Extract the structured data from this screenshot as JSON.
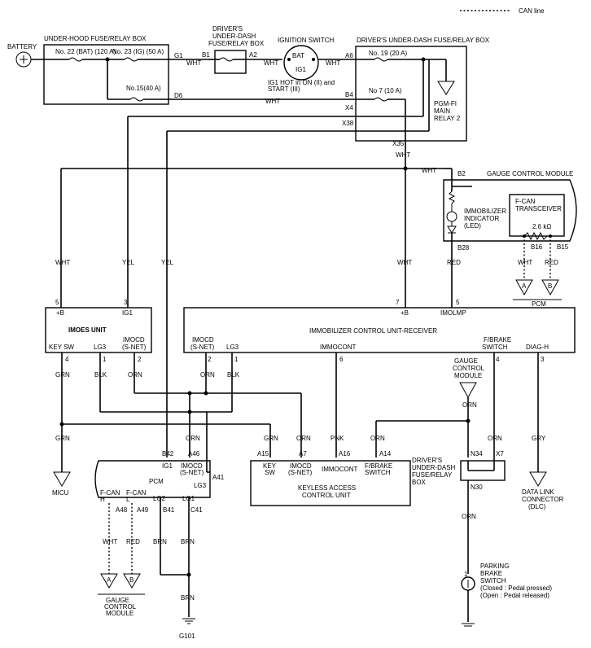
{
  "legend": {
    "can_line": "CAN line"
  },
  "battery": {
    "label": "BATTERY"
  },
  "underhood_box": {
    "title": "UNDER-HOOD FUSE/RELAY BOX",
    "fuse22": "No. 22 (BAT) (120 A)",
    "fuse23": "No. 23 (IG) (50 A)",
    "fuse15": "No.15(40 A)",
    "pin_g1": "G1",
    "pin_d6": "D6"
  },
  "underdash_small": {
    "title1": "DRIVER'S",
    "title2": "UNDER-DASH",
    "title3": "FUSE/RELAY BOX",
    "pin_b1": "B1",
    "pin_a2": "A2"
  },
  "ignition": {
    "title": "IGNITION SWITCH",
    "bat": "BAT",
    "ig1": "IG1",
    "note1": "IG1 HOT in ON (II) and",
    "note2": "START (III)"
  },
  "underdash_main": {
    "title": "DRIVER'S UNDER-DASH FUSE/RELAY BOX",
    "fuse19": "No. 19 (20 A)",
    "fuse7": "No  7 (10 A)",
    "pin_a6": "A6",
    "pin_b4": "B4",
    "pin_x4": "X4",
    "pin_x38": "X38",
    "pin_x35": "X35",
    "relay1": "PGM-FI",
    "relay2": "MAIN",
    "relay3": "RELAY 2"
  },
  "wires": {
    "wht": "WHT",
    "yel": "YEL",
    "red": "RED",
    "grn": "GRN",
    "blk": "BLK",
    "orn": "ORN",
    "pnk": "PNK",
    "gry": "GRY",
    "brn": "BRN"
  },
  "gauge": {
    "title": "GAUGE CONTROL MODULE",
    "pin_b2": "B2",
    "pin_b28": "B28",
    "pin_b16": "B16",
    "pin_b15": "B15",
    "indicator1": "IMMOBILIZER",
    "indicator2": "INDICATOR",
    "indicator3": "(LED)",
    "fcan1": "F-CAN",
    "fcan2": "TRANSCEIVER",
    "resistor": "2.6 kΩ",
    "pcm": "PCM",
    "conn_a": "A",
    "conn_b": "B"
  },
  "imoes": {
    "title": "IMOES UNIT",
    "pin5": "5",
    "pin3": "3",
    "plus_b": "+B",
    "ig1": "IG1",
    "keysw": "KEY SW",
    "lg3": "LG3",
    "imocd1": "IMOCD",
    "imocd2": "(S-NET)",
    "pin4": "4",
    "pin1": "1",
    "pin2": "2"
  },
  "icu": {
    "title": "IMMOBILIZER CONTROL UNIT-RECEIVER",
    "pin7": "7",
    "pin5": "5",
    "plus_b": "+B",
    "imolmp": "IMOLMP",
    "imocd1": "IMOCD",
    "imocd2": "(S-NET)",
    "lg3": "LG3",
    "immocont": "IMMOCONT",
    "fbrake1": "F/BRAKE",
    "fbrake2": "SWITCH",
    "diagh": "DIAG-H",
    "pin2": "2",
    "pin1": "1",
    "pin6": "6",
    "pin4": "4",
    "pin3": "3"
  },
  "gcm_ref": {
    "l1": "GAUGE",
    "l2": "CONTROL",
    "l3": "MODULE"
  },
  "micu": {
    "label": "MICU"
  },
  "pcm": {
    "title": "PCM",
    "b42": "B42",
    "a46": "A46",
    "a41": "A41",
    "ig1": "IG1",
    "imocd1": "IMOCD",
    "imocd2": "(S-NET)",
    "lg3": "LG3",
    "fcanh1": "F-CAN",
    "fcanh2": "H",
    "fcanl1": "F-CAN",
    "fcanl2": "L",
    "lg2": "LG2",
    "lg1": "LG1",
    "a48": "A48",
    "a49": "A49",
    "b41": "B41",
    "c41": "C41"
  },
  "kac": {
    "title1": "KEYLESS ACCESS",
    "title2": "CONTROL UNIT",
    "a15": "A15",
    "a7": "A7",
    "a16": "A16",
    "a14": "A14",
    "key": "KEY",
    "sw": "SW",
    "imocd1": "IMOCD",
    "imocd2": "(S-NET)",
    "immocont": "IMMOCONT",
    "fbrake1": "F/BRAKE",
    "fbrake2": "SWITCH"
  },
  "underdash_lower": {
    "l1": "DRIVER'S",
    "l2": "UNDER-DASH",
    "l3": "FUSE/RELAY",
    "l4": "BOX",
    "n34": "N34",
    "x7": "X7",
    "n30": "N30"
  },
  "dlc": {
    "l1": "DATA LINK",
    "l2": "CONNECTOR",
    "l3": "(DLC)"
  },
  "gcm_bottom": {
    "l1": "GAUGE",
    "l2": "CONTROL",
    "l3": "MODULE",
    "a": "A",
    "b": "B"
  },
  "ground": {
    "label": "G101"
  },
  "pbs": {
    "l1": "PARKING",
    "l2": "BRAKE",
    "l3": "SWITCH",
    "l4": "(Closed : Pedal pressed)",
    "l5": "(Open : Pedal released)",
    "pin1": "1"
  }
}
